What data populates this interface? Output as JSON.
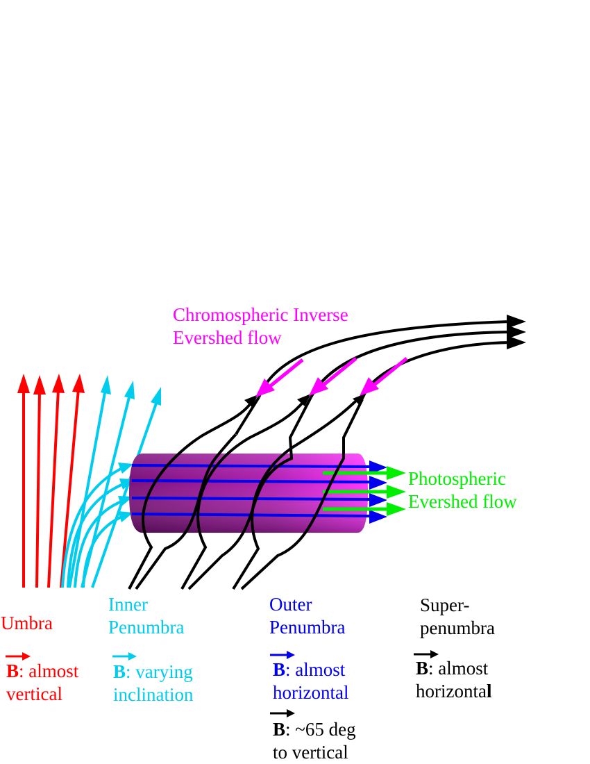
{
  "colors": {
    "umbra": "#ff0000",
    "inner_penumbra": "#00ccee",
    "outer_penumbra": "#0000ee",
    "superpenumbra": "#000000",
    "chromospheric_flow": "#ff00ff",
    "photospheric_flow": "#00ee00",
    "flux_tube_dark": "#6a0a6a",
    "flux_tube_light": "#ff33ff"
  },
  "labels": {
    "chromospheric_line1": "Chromospheric Inverse",
    "chromospheric_line2": "Evershed flow",
    "photospheric_line1": "Photospheric",
    "photospheric_line2": "Evershed flow",
    "umbra": "Umbra",
    "inner_line1": "Inner",
    "inner_line2": "Penumbra",
    "outer_line1": "Outer",
    "outer_line2": "Penumbra",
    "super_line1": "Super-",
    "super_line2": "penumbra"
  },
  "field_descriptions": {
    "symbol": "B",
    "umbra_line1": ": almost",
    "umbra_line2": "vertical",
    "inner_line1": ": varying",
    "inner_line2": "inclination",
    "outer_line1": ": almost",
    "outer_line2": "horizontal",
    "outer_alt_line1": ": ~65 deg",
    "outer_alt_line2": "to vertical",
    "super_line1": ": almost",
    "super_line2_prefix": "horizonta",
    "super_line2_bold": "l"
  }
}
